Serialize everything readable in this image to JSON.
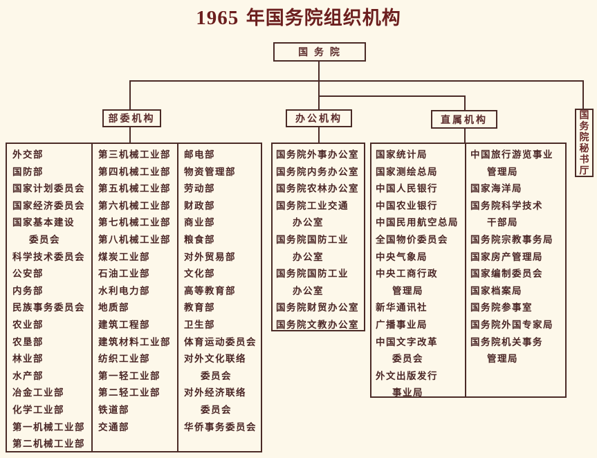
{
  "title": {
    "year": "1965",
    "text": "年国务院组织机构"
  },
  "root": {
    "label": "国 务 院"
  },
  "branches": {
    "ministries": {
      "label": "部委机构",
      "columns": [
        [
          {
            "text": "外交部"
          },
          {
            "text": "国防部"
          },
          {
            "text": "国家计划委员会"
          },
          {
            "text": "国家经济委员会"
          },
          {
            "text": "国家基本建设"
          },
          {
            "text": "委员会",
            "cont": true
          },
          {
            "text": "科学技术委员会"
          },
          {
            "text": "公安部"
          },
          {
            "text": "内务部"
          },
          {
            "text": "民族事务委员会"
          },
          {
            "text": "农业部"
          },
          {
            "text": "农垦部"
          },
          {
            "text": "林业部"
          },
          {
            "text": "水产部"
          },
          {
            "text": "冶金工业部"
          },
          {
            "text": "化学工业部"
          },
          {
            "text": "第一机械工业部"
          },
          {
            "text": "第二机械工业部"
          }
        ],
        [
          {
            "text": "第三机械工业部"
          },
          {
            "text": "第四机械工业部"
          },
          {
            "text": "第五机械工业部"
          },
          {
            "text": "第六机械工业部"
          },
          {
            "text": "第七机械工业部"
          },
          {
            "text": "第八机械工业部"
          },
          {
            "text": "煤炭工业部"
          },
          {
            "text": "石油工业部"
          },
          {
            "text": "水利电力部"
          },
          {
            "text": "地质部"
          },
          {
            "text": "建筑工程部"
          },
          {
            "text": "建筑材料工业部"
          },
          {
            "text": "纺织工业部"
          },
          {
            "text": "第一轻工业部"
          },
          {
            "text": "第二轻工业部"
          },
          {
            "text": "铁道部"
          },
          {
            "text": "交通部"
          }
        ],
        [
          {
            "text": "邮电部"
          },
          {
            "text": "物资管理部"
          },
          {
            "text": "劳动部"
          },
          {
            "text": "财政部"
          },
          {
            "text": "商业部"
          },
          {
            "text": "粮食部"
          },
          {
            "text": "对外贸易部"
          },
          {
            "text": "文化部"
          },
          {
            "text": "高等教育部"
          },
          {
            "text": "教育部"
          },
          {
            "text": "卫生部"
          },
          {
            "text": "体育运动委员会"
          },
          {
            "text": "对外文化联络"
          },
          {
            "text": "委员会",
            "cont": true
          },
          {
            "text": "对外经济联络"
          },
          {
            "text": "委员会",
            "cont": true
          },
          {
            "text": "华侨事务委员会"
          }
        ]
      ]
    },
    "offices": {
      "label": "办公机构",
      "columns": [
        [
          {
            "text": "国务院外事办公室"
          },
          {
            "text": "国务院内务办公室"
          },
          {
            "text": "国务院农林办公室"
          },
          {
            "text": "国务院工业交通"
          },
          {
            "text": "办公室",
            "cont": true
          },
          {
            "text": "国务院国防工业"
          },
          {
            "text": "办公室",
            "cont": true
          },
          {
            "text": "国务院国防工业"
          },
          {
            "text": "办公室",
            "cont": true
          },
          {
            "text": "国务院财贸办公室"
          },
          {
            "text": "国务院文教办公室"
          }
        ]
      ]
    },
    "direct": {
      "label": "直属机构",
      "columns": [
        [
          {
            "text": "国家统计局"
          },
          {
            "text": "国家测绘总局"
          },
          {
            "text": "中国人民银行"
          },
          {
            "text": "中国农业银行"
          },
          {
            "text": "中国民用航空总局"
          },
          {
            "text": "全国物价委员会"
          },
          {
            "text": "中央气象局"
          },
          {
            "text": "中央工商行政"
          },
          {
            "text": "管理局",
            "cont": true
          },
          {
            "text": "新华通讯社"
          },
          {
            "text": "广播事业局"
          },
          {
            "text": "中国文字改革"
          },
          {
            "text": "委员会",
            "cont": true
          },
          {
            "text": "外文出版发行"
          },
          {
            "text": "事业局",
            "cont": true
          }
        ],
        [
          {
            "text": "中国旅行游览事业"
          },
          {
            "text": "管理局",
            "cont": true
          },
          {
            "text": "国家海洋局"
          },
          {
            "text": "国务院科学技术"
          },
          {
            "text": "干部局",
            "cont": true
          },
          {
            "text": "国务院宗教事务局"
          },
          {
            "text": "国家房产管理局"
          },
          {
            "text": "国家编制委员会"
          },
          {
            "text": "国家档案局"
          },
          {
            "text": "国务院参事室"
          },
          {
            "text": "国务院外国专家局"
          },
          {
            "text": "国务院机关事务"
          },
          {
            "text": "管理局",
            "cont": true
          }
        ]
      ]
    },
    "secretariat": {
      "label": "国务院秘书厅",
      "chars": [
        "国",
        "务",
        "院",
        "秘",
        "书",
        "厅"
      ]
    }
  },
  "colors": {
    "line": "#4a2a26",
    "title": "#6b1e1e",
    "background": "#fdf8ea",
    "text": "#4a2626"
  }
}
